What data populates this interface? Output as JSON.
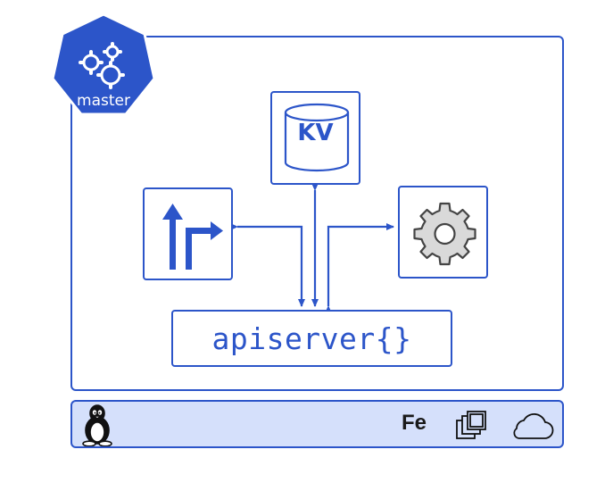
{
  "master_badge": {
    "label": "master",
    "icon": "gears-icon",
    "color": "#2c55c9"
  },
  "kv_store": {
    "label": "KV",
    "icon": "database-cylinder-icon"
  },
  "scheduler": {
    "icon": "route-arrows-icon"
  },
  "controller_manager": {
    "icon": "gear-icon"
  },
  "apiserver": {
    "label": "apiserver{}"
  },
  "footer": {
    "os_icon": "linux-tux-icon",
    "fe_label": "Fe",
    "vm_icon": "stacked-windows-icon",
    "cloud_icon": "cloud-icon",
    "background": "#d5e0fb"
  },
  "colors": {
    "accent": "#2c55c9",
    "gear_fill": "#d9d9d9",
    "gear_stroke": "#444444"
  }
}
